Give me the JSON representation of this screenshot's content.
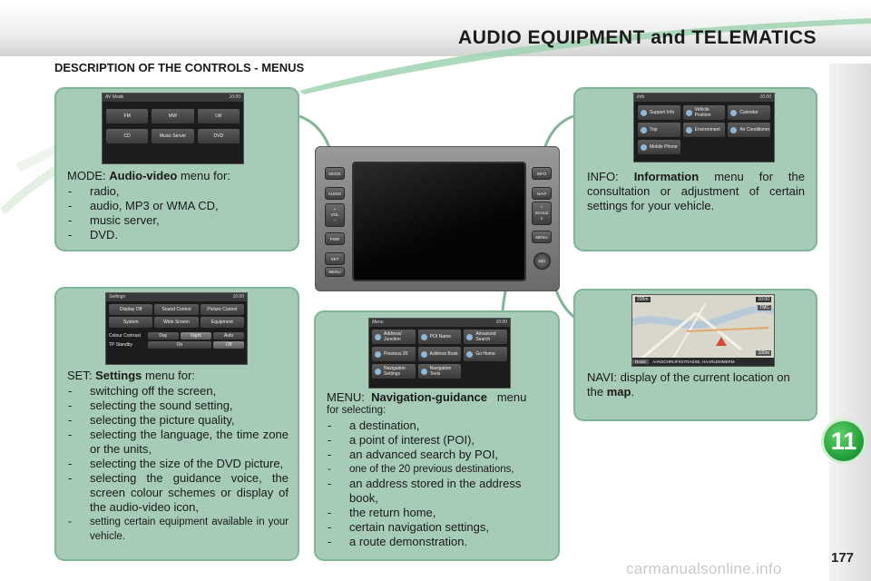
{
  "header": {
    "title": "AUDIO EQUIPMENT and TELEMATICS"
  },
  "section": {
    "title": "DESCRIPTION OF THE CONTROLS - MENUS"
  },
  "badge": {
    "chapter": "11"
  },
  "footer": {
    "page_number": "177",
    "watermark": "carmanualsonline.info"
  },
  "colors": {
    "panel": "#a6cbb6",
    "panel_border": "#7fb596",
    "badge": "#1f9a35"
  },
  "device": {
    "left_buttons": [
      "MODE",
      "AUDIO",
      "+",
      "VOL",
      "−",
      "PWR",
      "SET",
      "MENU"
    ],
    "right_buttons": [
      "INFO",
      "NAVI",
      "^",
      "SCALE",
      "v",
      "MENU"
    ],
    "knob": "ENT"
  },
  "panels": {
    "mode": {
      "prefix": "MODE:",
      "keyword": "Audio-video",
      "suffix": " menu for:",
      "items": [
        "radio,",
        "audio, MP3 or WMA CD,",
        "music server,",
        "DVD."
      ],
      "screen": {
        "title": "AV Mode",
        "time": "10:00",
        "buttons": [
          "FM",
          "MW",
          "LW",
          "CD",
          "Music Server",
          "DVD"
        ]
      }
    },
    "info": {
      "prefix": "INFO:",
      "keyword": "Information",
      "suffix": " menu for the consultation or adjustment of certain settings for your vehicle.",
      "screen": {
        "title": "Info",
        "time": "10:00",
        "buttons": [
          "Support Info",
          "Vehicle Position",
          "Calendar",
          "Trip",
          "Environment",
          "Air Conditioner",
          "Mobile Phone"
        ]
      }
    },
    "set": {
      "prefix": "SET:",
      "keyword": "Settings",
      "suffix": " menu for:",
      "items": [
        "switching off the screen,",
        "selecting the sound setting,",
        "selecting the picture quality,",
        "selecting the language, the time zone or the units,",
        "selecting the size of the DVD picture,",
        "selecting the guidance voice, the screen colour schemes or display of the audio-video icon,",
        "setting certain equipment available in your vehicle."
      ],
      "screen": {
        "title": "Settings",
        "time": "10:00",
        "buttons": [
          "Display Off",
          "Sound Control",
          "Picture Control",
          "System",
          "Wide Screen",
          "Equipment",
          "Colour Contrast",
          "Day",
          "Night",
          "Auto",
          "TP Standby",
          "On",
          "Off"
        ]
      }
    },
    "menu": {
      "prefix": "MENU:",
      "keyword": "Navigation-guidance",
      "suffix": " menu",
      "line2": "for selecting:",
      "items": [
        "a destination,",
        "a point of interest (POI),",
        "an advanced search by POI,",
        "one of the 20 previous destinations,",
        "an address stored in the address book,",
        "the return home,",
        "certain navigation settings,",
        "a route demonstration."
      ],
      "screen": {
        "title": "Menu",
        "time": "10:00",
        "buttons": [
          "Address/ Junction",
          "POI Name",
          "Advanced Search",
          "Previous 20",
          "Address Book",
          "Go Home",
          "Navigation Settings",
          "Navigation Tools"
        ]
      }
    },
    "navi": {
      "prefix": "NAVI: display of the current location on the",
      "keyword": "map",
      "suffix": ".",
      "screen": {
        "scale": "200m",
        "time": "10:00",
        "button": "TMC",
        "route": "Route",
        "street": "AANSCHRIJFSSTRASSE, HAARLEMMERM",
        "distance": "100m"
      }
    }
  }
}
